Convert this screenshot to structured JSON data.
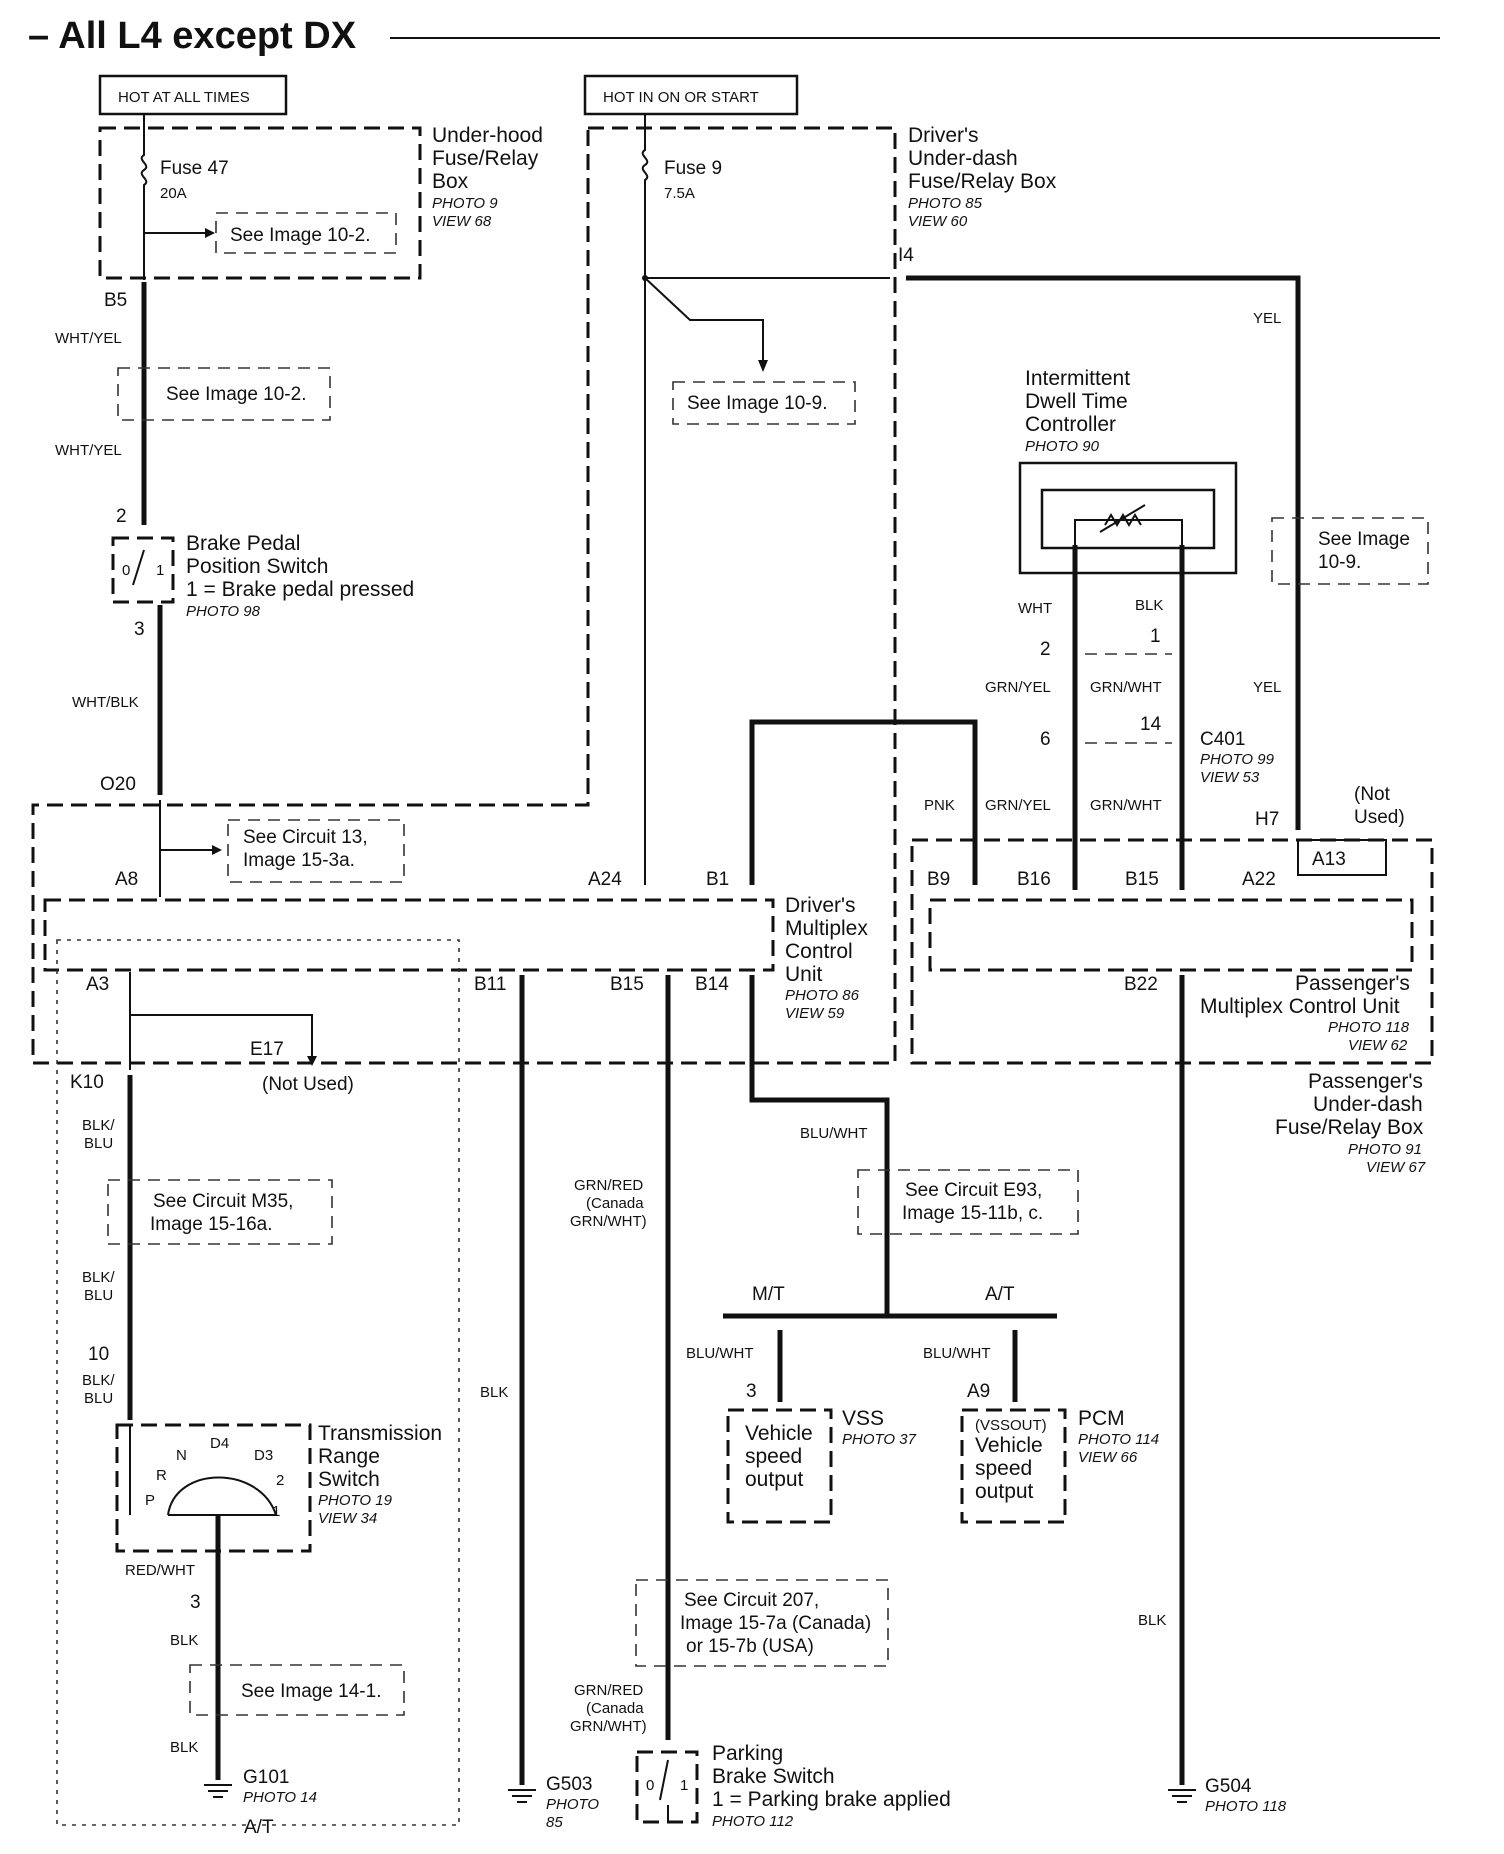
{
  "title": "– All L4 except DX",
  "power": {
    "hot_always": "HOT AT ALL TIMES",
    "hot_in_on": "HOT IN ON OR START"
  },
  "underhood_box": {
    "l1": "Under-hood",
    "l2": "Fuse/Relay",
    "l3": "Box",
    "photo": "PHOTO 9",
    "view": "VIEW 68"
  },
  "fuse47": {
    "name": "Fuse 47",
    "rating": "20A"
  },
  "fuse9": {
    "name": "Fuse 9",
    "rating": "7.5A"
  },
  "drv_box": {
    "l1": "Driver's",
    "l2": "Under-dash",
    "l3": "Fuse/Relay Box",
    "photo": "PHOTO 85",
    "view": "VIEW 60"
  },
  "idt": {
    "l1": "Intermittent",
    "l2": "Dwell Time",
    "l3": "Controller",
    "photo": "PHOTO 90"
  },
  "bpps": {
    "l1": "Brake Pedal",
    "l2": "Position Switch",
    "l3": "1 = Brake pedal pressed",
    "photo": "PHOTO 98",
    "p0": "0",
    "p1": "1"
  },
  "dmcu": {
    "l1": "Driver's",
    "l2": "Multiplex",
    "l3": "Control",
    "l4": "Unit",
    "photo": "PHOTO 86",
    "view": "VIEW 59"
  },
  "pmcu": {
    "l1": "Passenger's",
    "l2": "Multiplex Control Unit",
    "photo": "PHOTO 118",
    "view": "VIEW 62"
  },
  "pass_box": {
    "l1": "Passenger's",
    "l2": "Under-dash",
    "l3": "Fuse/Relay Box",
    "photo": "PHOTO 91",
    "view": "VIEW 67"
  },
  "trs": {
    "l1": "Transmission",
    "l2": "Range",
    "l3": "Switch",
    "photo": "PHOTO 19",
    "view": "VIEW 34",
    "P": "P",
    "R": "R",
    "N": "N",
    "D4": "D4",
    "D3": "D3",
    "p2": "2",
    "p1": "1"
  },
  "vss": {
    "name": "VSS",
    "photo": "PHOTO 37",
    "b1": "Vehicle",
    "b2": "speed",
    "b3": "output"
  },
  "pcm": {
    "name": "PCM",
    "photo": "PHOTO 114",
    "view": "VIEW 66",
    "b0": "(VSSOUT)",
    "b1": "Vehicle",
    "b2": "speed",
    "b3": "output"
  },
  "parking": {
    "l1": "Parking",
    "l2": "Brake Switch",
    "l3": "1 = Parking brake applied",
    "photo": "PHOTO 112",
    "p0": "0",
    "p1": "1"
  },
  "refs": {
    "img10_2a": "See Image 10-2.",
    "img10_2b": "See Image 10-2.",
    "img10_9a": "See Image 10-9.",
    "img10_9b_1": "See Image",
    "img10_9b_2": "10-9.",
    "c13_1": "See Circuit 13,",
    "c13_2": "Image 15-3a.",
    "m35_1": "See Circuit M35,",
    "m35_2": "Image 15-16a.",
    "e93_1": "See Circuit E93,",
    "e93_2": "Image 15-11b, c.",
    "c207_1": "See Circuit 207,",
    "c207_2": "Image 15-7a (Canada)",
    "c207_3": "or 15-7b (USA)",
    "img14_1": "See Image 14-1."
  },
  "pins": {
    "B5": "B5",
    "I4": "I4",
    "p2": "2",
    "p3": "3",
    "O20": "O20",
    "A8": "A8",
    "A24": "A24",
    "B1": "B1",
    "B9": "B9",
    "B16": "B16",
    "B15": "B15",
    "A22": "A22",
    "A13": "A13",
    "H7": "H7",
    "A3": "A3",
    "E17": "E17",
    "K10": "K10",
    "B11": "B11",
    "B15b": "B15",
    "B14": "B14",
    "B22": "B22",
    "c2": "2",
    "c1": "1",
    "c6": "6",
    "c14": "14",
    "C401": "C401",
    "p10": "10",
    "t3": "3",
    "v3": "3",
    "A9": "A9"
  },
  "c401": {
    "photo": "PHOTO 99",
    "view": "VIEW 53"
  },
  "notused": {
    "a": "(Not Used)",
    "b1": "(Not",
    "b2": "Used)"
  },
  "wires": {
    "wy1": "WHT/YEL",
    "wy2": "WHT/YEL",
    "wb": "WHT/BLK",
    "yel1": "YEL",
    "yel2": "YEL",
    "wht": "WHT",
    "blk": "BLK",
    "gy1": "GRN/YEL",
    "gw1": "GRN/WHT",
    "gy2": "GRN/YEL",
    "gw2": "GRN/WHT",
    "pnk": "PNK",
    "bb1a": "BLK/",
    "bb1b": "BLU",
    "bb2a": "BLK/",
    "bb2b": "BLU",
    "bb3a": "BLK/",
    "bb3b": "BLU",
    "rw": "RED/WHT",
    "blk1": "BLK",
    "blk2": "BLK",
    "blk3": "BLK",
    "blk4": "BLK",
    "gr1": "GRN/RED",
    "gr2": "(Canada",
    "gr3": "GRN/WHT)",
    "gr4": "GRN/RED",
    "gr5": "(Canada",
    "gr6": "GRN/WHT)",
    "bw1": "BLU/WHT",
    "bw2": "BLU/WHT",
    "bw3": "BLU/WHT"
  },
  "trans": {
    "mt": "M/T",
    "at": "A/T",
    "at_bottom": "A/T"
  },
  "grounds": {
    "g101": "G101",
    "g101_photo": "PHOTO 14",
    "g503": "G503",
    "g503_p1": "PHOTO",
    "g503_p2": "85",
    "g504": "G504",
    "g504_photo": "PHOTO 118"
  }
}
